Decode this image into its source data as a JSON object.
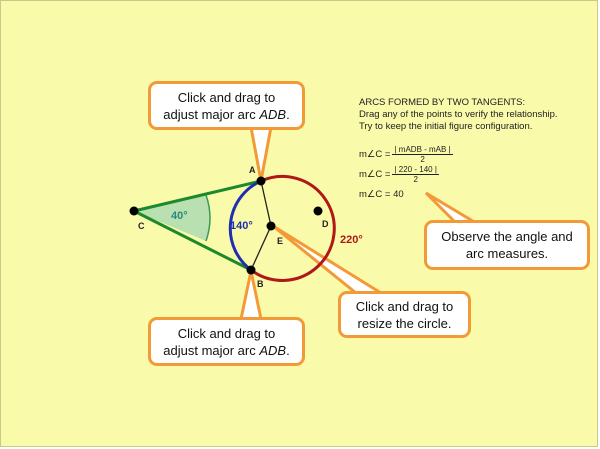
{
  "info": {
    "title": "ARCS FORMED BY TWO TANGENTS:",
    "line1": "Drag any of the points to verify the relationship.",
    "line2": "Try to keep the initial figure configuration."
  },
  "equations": {
    "lhs": "m∠C =",
    "formula_num": "| mADB - mAB |",
    "formula_den": "2",
    "values_num": "| 220 - 140 |",
    "values_den": "2",
    "result": "m∠C = 40"
  },
  "figure": {
    "point_labels": {
      "A": "A",
      "B": "B",
      "C": "C",
      "D": "D",
      "E": "E"
    },
    "angle_label": "40°",
    "minor_arc_label": "140°",
    "major_arc_label": "220°",
    "colors": {
      "tangent": "#1c8a2a",
      "minor_arc": "#1f2fb0",
      "major_arc": "#b01818",
      "angle_fill": "#b8e0b0",
      "callout_border": "#f39a38",
      "background": "#fafaab"
    }
  },
  "callouts": {
    "top": {
      "line1": "Click and drag to",
      "line2_prefix": "adjust major arc ",
      "line2_em": "ADB",
      "line2_suffix": "."
    },
    "bottom": {
      "line1": "Click and drag to",
      "line2_prefix": "adjust major arc ",
      "line2_em": "ADB",
      "line2_suffix": "."
    },
    "center": {
      "line1": "Click and drag to",
      "line2": "resize the circle."
    },
    "right": {
      "line1": "Observe the angle and",
      "line2": "arc measures."
    }
  }
}
